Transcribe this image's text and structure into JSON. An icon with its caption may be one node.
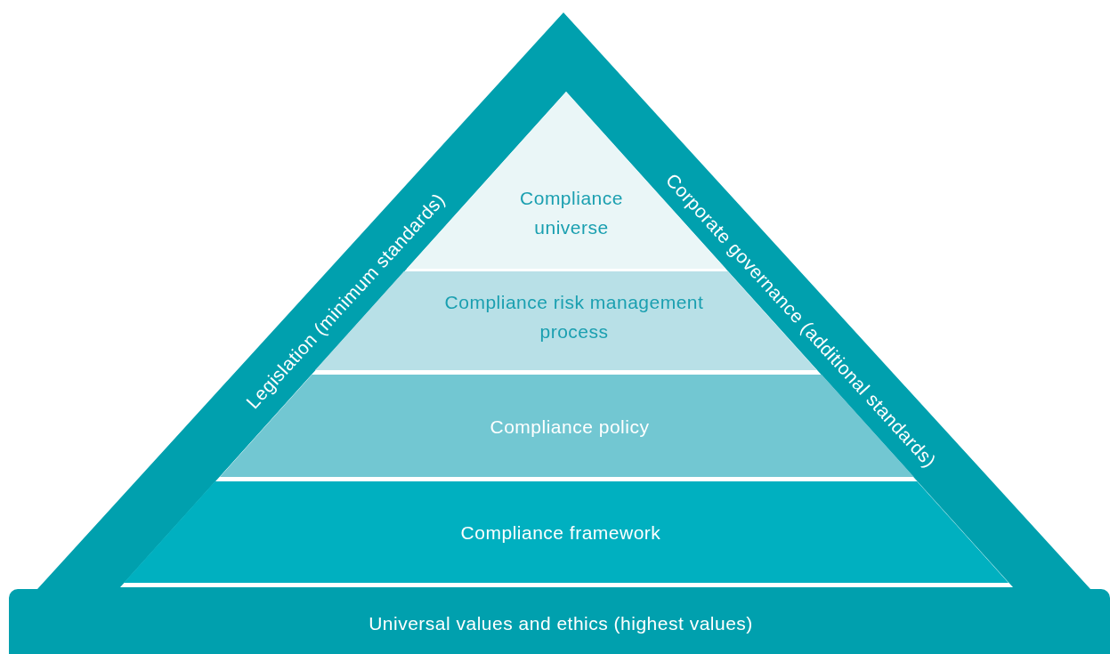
{
  "diagram": {
    "nodes": [
      {
        "text": [
          "Legislation (minimum standards)",
          "Corporate governance (additional standards)"
        ]
      },
      {
        "text": [
          "Compliance universe"
        ],
        "in": 0
      },
      {
        "text": [
          "Compliance risk management process"
        ],
        "in": 0
      },
      {
        "text": [
          "Compliance policy"
        ],
        "in": 0
      },
      {
        "text": [
          "Compliance framework"
        ],
        "in": 0
      },
      {
        "text": [
          "Universal values and ethics (highest values)"
        ]
      }
    ],
    "edges": []
  }
}
